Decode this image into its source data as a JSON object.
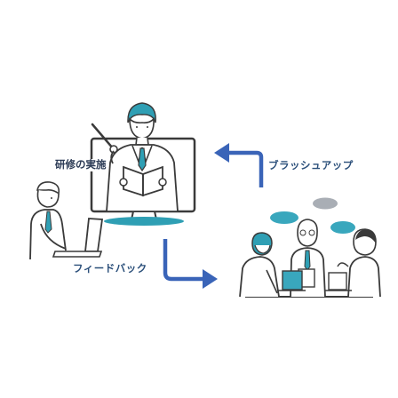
{
  "labels": {
    "training": "研修の実施",
    "brushup": "ブラッシュアップ",
    "feedback": "フィードバック"
  },
  "colors": {
    "arrow": "#3a64b8",
    "accent_teal": "#2f9fb4",
    "line_dark": "#3a3a3a",
    "bubble_gray": "#a9aeb5",
    "bubble_teal": "#39a7bd"
  },
  "illustrations": [
    "online-instructor-monitor-illustration",
    "laptop-user-illustration",
    "group-meeting-illustration"
  ]
}
